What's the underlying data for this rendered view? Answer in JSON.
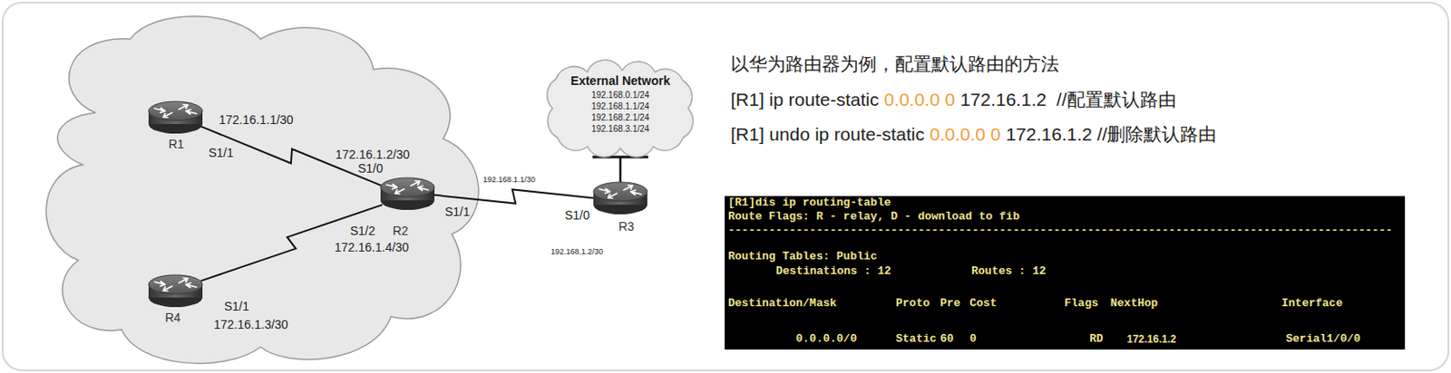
{
  "diagram": {
    "nodes": [
      {
        "text": [
          "R1"
        ]
      },
      {
        "text": [
          "R2"
        ]
      },
      {
        "text": [
          "R4"
        ]
      },
      {
        "text": [
          "R3"
        ]
      },
      {
        "text": [
          "External Network",
          "192.168.0.1/24",
          "192.168.1.1/24",
          "192.168.2.1/24",
          "192.168.3.1/24"
        ]
      },
      {
        "text": [
          "[R1]dis ip routing-table",
          "Route Flags: R - relay, D - download to fib",
          "--------------------------------------------------------------------------------------------------",
          "Routing Tables: Public",
          "Destinations : 12",
          "Routes : 12",
          "Destination/Mask",
          "Proto",
          "Pre",
          "Cost",
          "Flags",
          "NextHop",
          "Interface",
          "0.0.0.0/0",
          "Static",
          "60",
          "0",
          "RD",
          "172.16.1.2",
          "Serial1/0/0"
        ]
      }
    ],
    "edges": [
      {
        "from": 0,
        "to": 1,
        "arrow": "none"
      },
      {
        "from": 2,
        "to": 1,
        "arrow": "none"
      },
      {
        "from": 1,
        "to": 3,
        "arrow": "none"
      },
      {
        "from": 3,
        "to": 4,
        "arrow": "none"
      }
    ],
    "labels": [
      "172.16.1.1/30",
      "S1/1",
      "172.16.1.2/30",
      "S1/0",
      "S1/2",
      "172.16.1.4/30",
      "S1/1",
      "192.168.1.1/30",
      "S1/0",
      "192.168.1.2/30",
      "S1/1",
      "172.16.1.3/30",
      "以华为路由器为例，配置默认路由的方法",
      "[R1] ip route-static",
      "0.0.0.0 0",
      "172.16.1.2  //配置默认路由",
      "[R1] undo ip route-static",
      "0.0.0.0 0",
      "172.16.1.2 //删除默认路由"
    ]
  }
}
